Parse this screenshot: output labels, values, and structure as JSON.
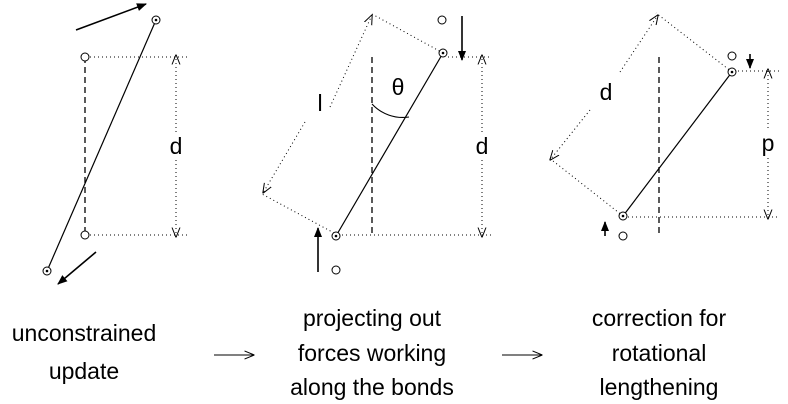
{
  "panels": [
    {
      "caption_lines": [
        "unconstrained",
        "update"
      ],
      "labels": [
        "d"
      ]
    },
    {
      "caption_lines": [
        "projecting out",
        "forces working",
        "along the bonds"
      ],
      "labels": [
        "l",
        "θ",
        "d"
      ]
    },
    {
      "caption_lines": [
        "correction for",
        "rotational",
        "lengthening"
      ],
      "labels": [
        "d",
        "p"
      ]
    }
  ],
  "arrows_between": [
    "→",
    "→"
  ],
  "colors": {
    "ink": "#000000",
    "background": "#ffffff"
  }
}
